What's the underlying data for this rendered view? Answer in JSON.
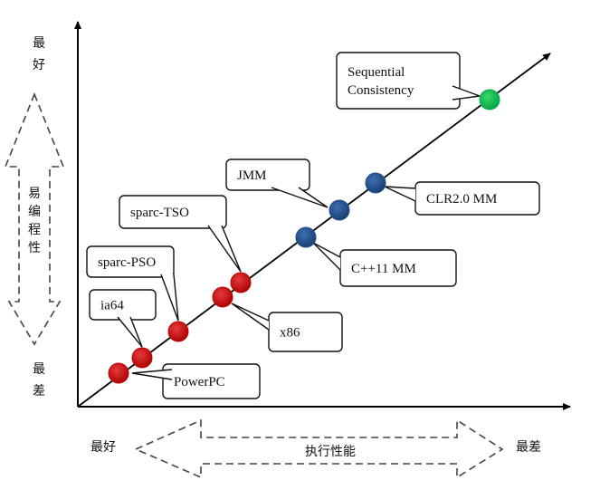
{
  "axes": {
    "y_top_label": "最好",
    "y_bottom_label": "最差",
    "y_axis_caption": "易编程性",
    "x_left_label": "最好",
    "x_right_label": "最差",
    "x_axis_caption": "执行性能"
  },
  "nodes": [
    {
      "id": "powerpc",
      "color": "#c00000",
      "callout": [
        "PowerPC"
      ]
    },
    {
      "id": "ia64",
      "color": "#c00000",
      "callout": [
        "ia64"
      ]
    },
    {
      "id": "sparc-pso",
      "color": "#c00000",
      "callout": [
        "sparc-PSO"
      ]
    },
    {
      "id": "x86",
      "color": "#c00000",
      "callout": [
        "x86"
      ]
    },
    {
      "id": "sparc-tso",
      "color": "#c00000",
      "callout": [
        "sparc-TSO"
      ]
    },
    {
      "id": "cpp11-mm",
      "color": "#1f4e8c",
      "callout": [
        "C++11 MM"
      ]
    },
    {
      "id": "jmm",
      "color": "#1f4e8c",
      "callout": [
        "JMM"
      ]
    },
    {
      "id": "clr2-mm",
      "color": "#1f4e8c",
      "callout": [
        "CLR2.0 MM"
      ]
    },
    {
      "id": "sequential-consistency",
      "color": "#00b050",
      "callout": [
        "Sequential",
        "Consistency"
      ]
    }
  ]
}
